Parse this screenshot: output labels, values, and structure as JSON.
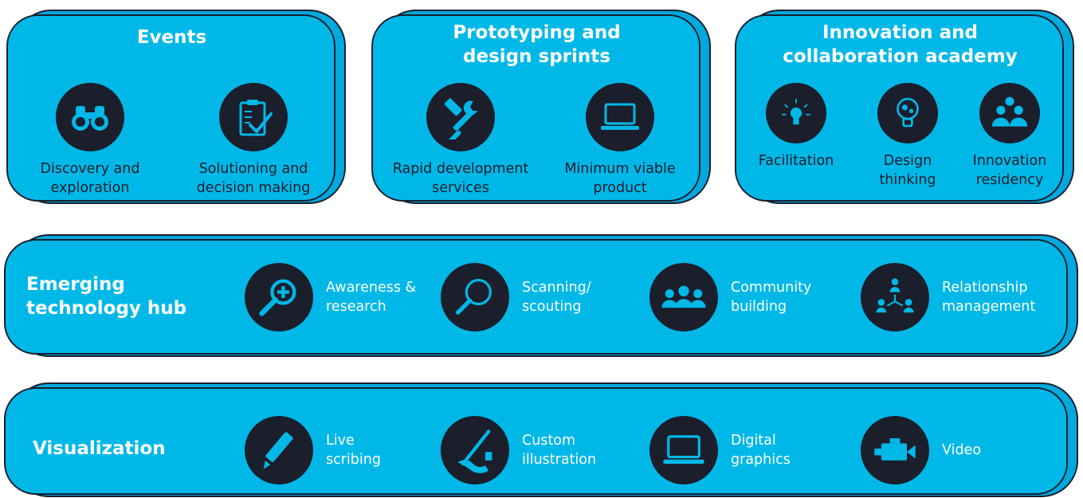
{
  "colors": {
    "panel": "#00b8e8",
    "panel_back": "#00a9dd",
    "outline": "#1a1f2e",
    "icon_circle": "#1b1e2b",
    "title_text": "#ffffff"
  },
  "events": {
    "title": "Events",
    "items": [
      {
        "icon": "binoculars-icon",
        "label": "Discovery and\nexploration"
      },
      {
        "icon": "clipboard-check-icon",
        "label": "Solutioning and\ndecision making"
      }
    ]
  },
  "prototyping": {
    "title": "Prototyping and\ndesign sprints",
    "items": [
      {
        "icon": "hammer-wrench-icon",
        "label": "Rapid development\nservices"
      },
      {
        "icon": "laptop-icon",
        "label": "Minimum viable\nproduct"
      }
    ]
  },
  "academy": {
    "title": "Innovation and\ncollaboration academy",
    "items": [
      {
        "icon": "lightbulb-icon",
        "label": "Facilitation"
      },
      {
        "icon": "lightbulb-gears-icon",
        "label": "Design\nthinking"
      },
      {
        "icon": "group-icon",
        "label": "Innovation\nresidency"
      }
    ]
  },
  "emerging": {
    "title": "Emerging\ntechnology hub",
    "items": [
      {
        "icon": "magnifier-plus-icon",
        "label": "Awareness &\nresearch"
      },
      {
        "icon": "magnifier-icon",
        "label": "Scanning/\nscouting"
      },
      {
        "icon": "community-icon",
        "label": "Community\nbuilding"
      },
      {
        "icon": "network-icon",
        "label": "Relationship\nmanagement"
      }
    ]
  },
  "visualization": {
    "title": "Visualization",
    "items": [
      {
        "icon": "pencil-icon",
        "label": "Live\nscribing"
      },
      {
        "icon": "drawing-hand-icon",
        "label": "Custom\nillustration"
      },
      {
        "icon": "laptop-icon",
        "label": "Digital\ngraphics"
      },
      {
        "icon": "video-camera-icon",
        "label": "Video"
      }
    ]
  }
}
